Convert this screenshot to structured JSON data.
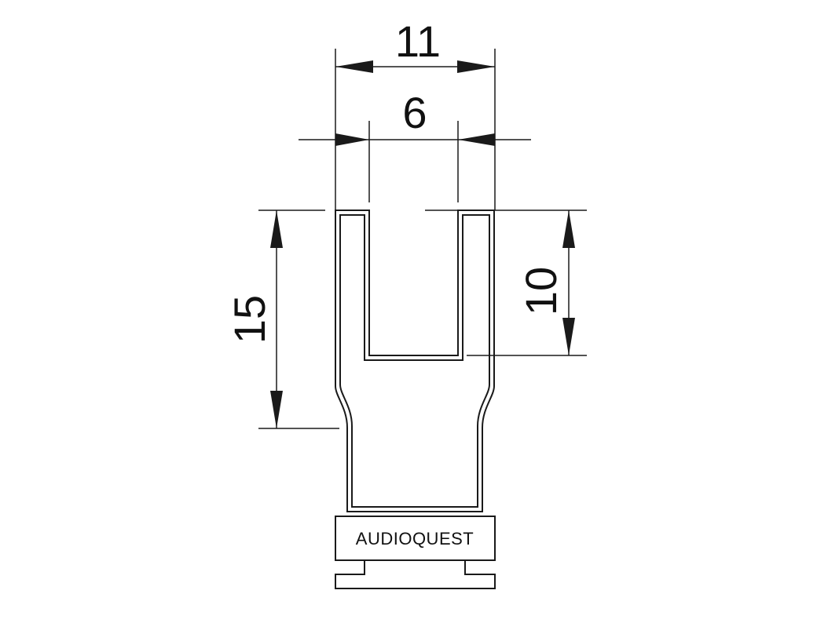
{
  "dimensions": {
    "overall_width": "11",
    "slot_width": "6",
    "overall_length": "15",
    "slot_depth": "10"
  },
  "label": {
    "brand": "AUDIOQUEST"
  }
}
